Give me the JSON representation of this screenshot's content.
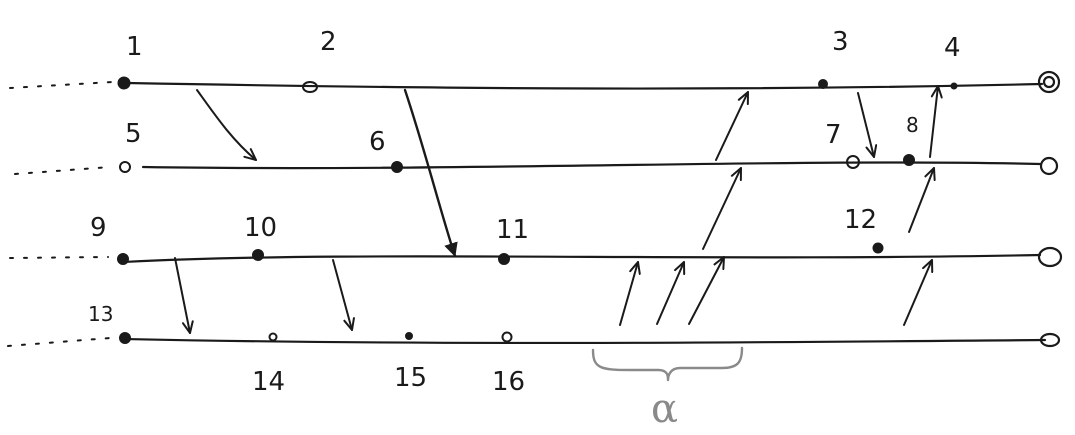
{
  "event_labels": [
    "1",
    "2",
    "3",
    "4",
    "5",
    "6",
    "7",
    "8",
    "9",
    "10",
    "11",
    "12",
    "13",
    "14",
    "15",
    "16"
  ],
  "brace_label": "α",
  "colors": {
    "ink": "#1a1a1a",
    "brace": "#8a8a8a",
    "background": "#ffffff"
  }
}
